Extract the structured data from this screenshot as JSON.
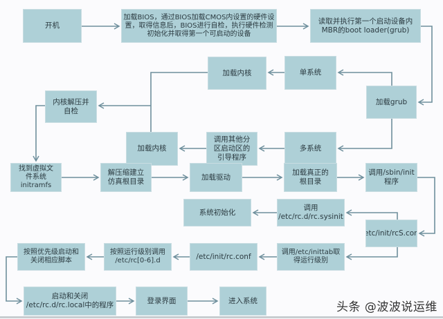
{
  "title": "Linux boot process flowchart",
  "nodes": {
    "power_on": "开机",
    "load_bios": "加载BIOS，通过BIOS加载CMOS内设置的硬件设置，取得信息后，BIOS进行自检，执行硬件检测初始化并取得第一个可启动的设备",
    "read_mbr": "读取并执行第一个启动设备内\nMBR的boot loader(grub)",
    "load_kernel_single": "加载内核",
    "single_system": "单系统",
    "load_grub": "加载grub",
    "kernel_decompress": "内核解压并\n自检",
    "load_kernel_multi": "加载内核",
    "chain_loader": "调用其他分\n区启动区的\n引导程序",
    "multi_system": "多系统",
    "find_initramfs": "找到虚拟文\n件系统\ninitramfs",
    "build_fake_root": "解压缩建立\n仿真根目录",
    "load_drivers": "加载驱动",
    "load_real_root": "加载真正的\n根目录",
    "call_init": "调用/sbin/init\n程序",
    "system_init": "系统初始化",
    "call_sysinit": "调用\n/etc/rc.d/rc.sysinit",
    "rcs_conf": "/etc/init/rcS.conf",
    "priority_scripts": "按照优先级启动和\n关闭相应脚本",
    "runlevel_rc": "按照运行级别调用\n/etc/rc[0-6].d",
    "rc_conf": "/etc/init/rc.conf",
    "inittab": "调用/etc/inittab取\n得运行级别",
    "rc_local": "启动和关闭\n/etc/rc.d/rc.local中的程序",
    "login": "登录界面",
    "enter_system": "进入系统"
  },
  "watermark": "头条 @波波说运维",
  "colors": {
    "box": "#aed0d7",
    "arrow": "#6e8f9c"
  }
}
